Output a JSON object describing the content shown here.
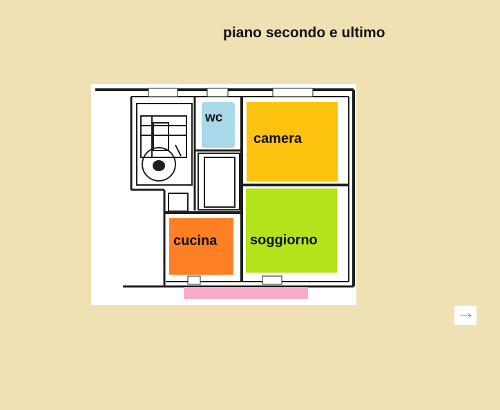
{
  "title": "piano secondo e ultimo",
  "colors": {
    "background": "#EFE1B3",
    "wc": "#A8D8EA",
    "camera": "#FCC30E",
    "soggiorno": "#B4E31C",
    "cucina": "#FF7F25",
    "balcony": "#FBAACB",
    "wall": "#1E1E1E",
    "paper": "#FFFFFF"
  },
  "rooms": {
    "wc": {
      "label": "wc"
    },
    "camera": {
      "label": "camera"
    },
    "soggiorno": {
      "label": "soggiorno"
    },
    "cucina": {
      "label": "cucina"
    }
  }
}
